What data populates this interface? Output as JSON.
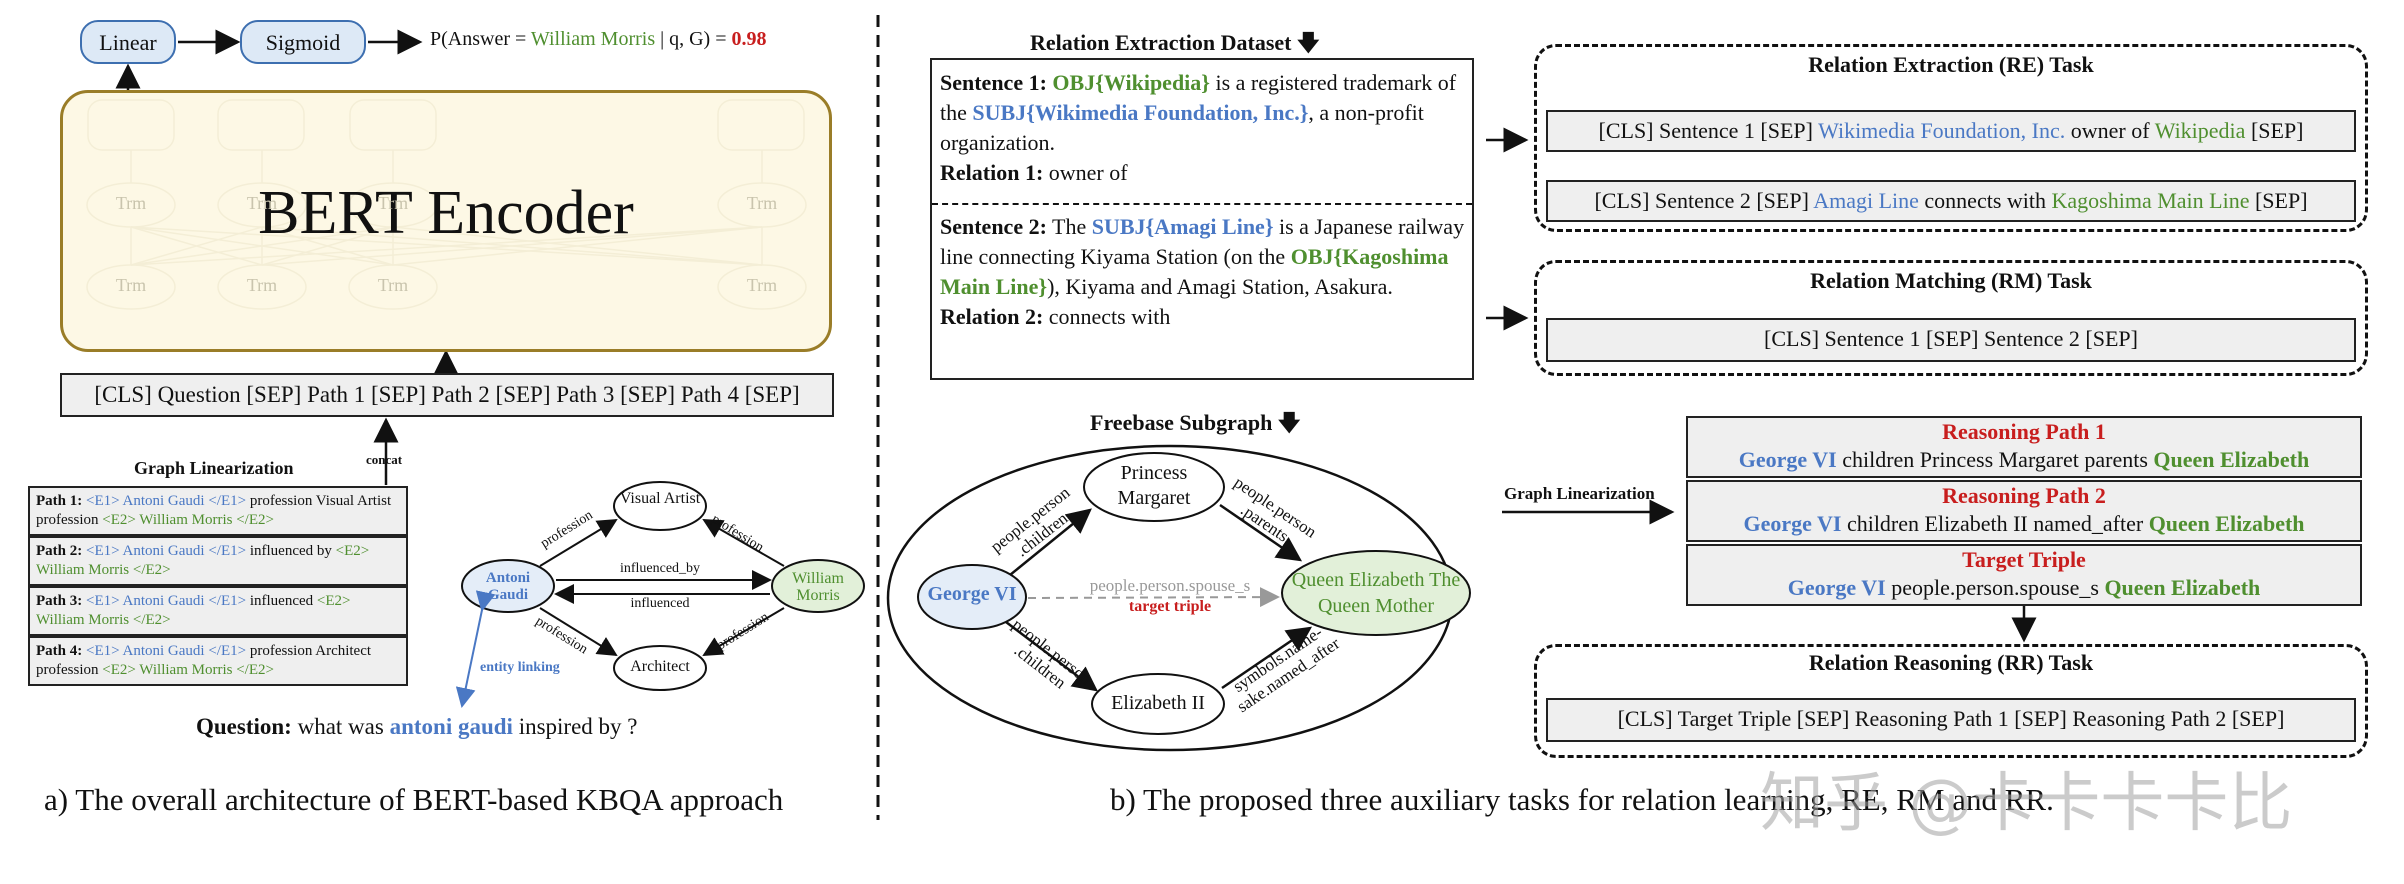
{
  "left": {
    "linear_label": "Linear",
    "sigmoid_label": "Sigmoid",
    "prob_prefix": "P(Answer = ",
    "prob_answer": "William Morris",
    "prob_mid": " | q, G) = ",
    "prob_value": "0.98",
    "bert_title": "BERT Encoder",
    "trm_label": "Trm",
    "input_sequence": "[CLS] Question [SEP] Path 1 [SEP] Path 2 [SEP] Path 3 [SEP] Path 4 [SEP]",
    "linearization_title": "Graph Linearization",
    "concat_label": "concat",
    "paths": [
      {
        "label": "Path 1:",
        "e1": "<E1> Antoni Gaudi </E1>",
        "mid": " profession Visual Artist profession ",
        "e2": "<E2> William Morris </E2>"
      },
      {
        "label": "Path 2:",
        "e1": "<E1> Antoni Gaudi </E1>",
        "mid": " influenced by ",
        "e2": "<E2> William Morris </E2>"
      },
      {
        "label": "Path 3:",
        "e1": "<E1> Antoni Gaudi </E1>",
        "mid": " influenced ",
        "e2": "<E2> William Morris </E2>"
      },
      {
        "label": "Path 4:",
        "e1": "<E1> Antoni Gaudi </E1>",
        "mid": " profession Architect profession ",
        "e2": "<E2> William Morris </E2>"
      }
    ],
    "graph": {
      "node_antoni": "Antoni Gaudi",
      "node_visual": "Visual Artist",
      "node_architect": "Architect",
      "node_william": "William Morris",
      "edge_profession": "profession",
      "edge_influenced_by": "influenced_by",
      "edge_influenced": "influenced",
      "entity_linking": "entity linking"
    },
    "question_label": "Question:",
    "question_pre": " what was ",
    "question_entity": "antoni gaudi",
    "question_post": " inspired by ?",
    "caption": "a) The overall architecture of BERT-based KBQA approach"
  },
  "right": {
    "re_dataset_title": "Relation Extraction Dataset",
    "sentence1_label": "Sentence 1:",
    "sentence1_obj": "OBJ{Wikipedia}",
    "sentence1_a": " is a registered trademark of the ",
    "sentence1_subj": "SUBJ{Wikimedia Foundation, Inc.}",
    "sentence1_b": ", a non-profit organization.",
    "relation1_label": "Relation 1:",
    "relation1_value": " owner of",
    "sentence2_label": "Sentence 2:",
    "sentence2_a": " The ",
    "sentence2_subj": "SUBJ{Amagi Line}",
    "sentence2_b": " is a Japanese railway line connecting Kiyama Station (on the ",
    "sentence2_obj": "OBJ{Kagoshima Main Line}",
    "sentence2_c": "), Kiyama and Amagi Station, Asakura.",
    "relation2_label": "Relation 2:",
    "relation2_value": " connects with",
    "re_task_title": "Relation Extraction (RE) Task",
    "re_seq1": {
      "pre": "[CLS] Sentence 1 [SEP] ",
      "subj": "Wikimedia Foundation, Inc.",
      "rel": " owner of ",
      "obj": "Wikipedia",
      "post": " [SEP]"
    },
    "re_seq2": {
      "pre": "[CLS] Sentence 2 [SEP] ",
      "subj": "Amagi Line",
      "rel": " connects with ",
      "obj": "Kagoshima Main Line",
      "post": " [SEP]"
    },
    "rm_task_title": "Relation Matching (RM) Task",
    "rm_seq": "[CLS] Sentence 1 [SEP] Sentence 2 [SEP]",
    "freebase_title": "Freebase Subgraph",
    "fb": {
      "george": "George VI",
      "margaret": "Princess Margaret",
      "elizabeth": "Elizabeth II",
      "queen": "Queen Elizabeth The Queen Mother",
      "edge_children1": "people.person .children",
      "edge_parents": "people.person .parents",
      "edge_spouse": "people.person.spouse_s",
      "target_triple_label": "target triple",
      "edge_children2": "people.person .children",
      "edge_named_after": "symbols.name- sake.named_after"
    },
    "graph_linearization_label": "Graph Linearization",
    "rp1_title": "Reasoning Path 1",
    "rp1": {
      "head": "George VI",
      "mid": " children Princess Margaret parents ",
      "tail": "Queen Elizabeth"
    },
    "rp2_title": "Reasoning Path 2",
    "rp2": {
      "head": "George VI",
      "mid": " children Elizabeth II named_after ",
      "tail": "Queen Elizabeth"
    },
    "tt_title": "Target Triple",
    "tt": {
      "head": "George VI",
      "mid": " people.person.spouse_s ",
      "tail": "Queen Elizabeth"
    },
    "rr_task_title": "Relation Reasoning (RR) Task",
    "rr_seq": "[CLS] Target Triple [SEP] Reasoning Path 1 [SEP] Reasoning Path 2 [SEP]",
    "caption": "b) The proposed three auxiliary tasks for relation learning, RE, RM and RR.",
    "watermark": "知乎 @卡卡卡卡比"
  },
  "colors": {
    "blue": "#4a78c4",
    "green": "#4f8f2f",
    "red": "#c81e1e",
    "bert_fill": "#fcf6dc",
    "bert_border": "#9a7d28",
    "node_blue": "#e4edf8",
    "node_green": "#e2f0d9"
  }
}
